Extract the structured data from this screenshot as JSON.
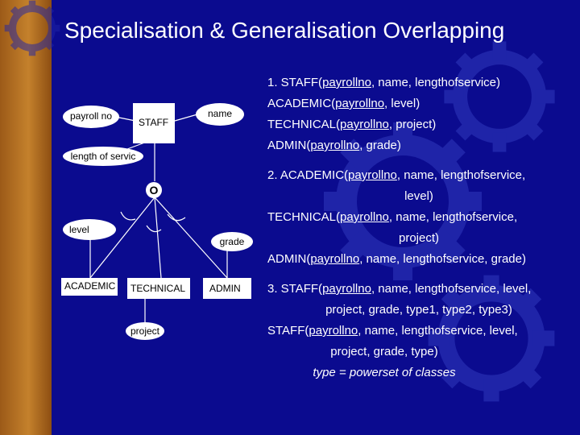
{
  "slide": {
    "title": "Specialisation & Generalisation Overlapping",
    "colors": {
      "background": "#0b0b8f",
      "sidebar": "#c4812c",
      "text": "#ffffff",
      "entity_fill": "#ffffff"
    }
  },
  "diagram": {
    "entity_staff": "STAFF",
    "attr_payrollno": "payroll no",
    "attr_name": "name",
    "attr_lengthofservice": "length of servic",
    "constraint_symbol": "O",
    "attr_level": "level",
    "attr_grade": "grade",
    "subclass_academic": "ACADEMIC",
    "subclass_technical": "TECHNICAL",
    "subclass_admin": "ADMIN",
    "attr_project": "project"
  },
  "options": {
    "opt1": {
      "l1": {
        "a": "1. STAFF(",
        "u": "payrollno",
        "b": ", name, lengthofservice)"
      },
      "l2": {
        "a": "ACADEMIC(",
        "u": "payrollno",
        "b": ", level)"
      },
      "l3": {
        "a": "TECHNICAL(",
        "u": "payrollno",
        "b": ", project)"
      },
      "l4": {
        "a": "ADMIN(",
        "u": "payrollno",
        "b": ", grade)"
      }
    },
    "opt2": {
      "l1": {
        "a": "2. ACADEMIC(",
        "u": "payrollno",
        "b": ", name, lengthofservice,"
      },
      "l2": "level)",
      "l3": {
        "a": "TECHNICAL(",
        "u": "payrollno",
        "b": ", name, lengthofservice,"
      },
      "l4": "project)",
      "l5": {
        "a": "ADMIN(",
        "u": "payrollno",
        "b": ", name, lengthofservice, grade)"
      }
    },
    "opt3": {
      "l1": {
        "a": "3. STAFF(",
        "u": "payrollno",
        "b": ", name, lengthofservice, level,"
      },
      "l2": "project, grade, type1, type2, type3)",
      "l3": {
        "a": "STAFF(",
        "u": "payrollno",
        "b": ", name, lengthofservice, level,"
      },
      "l4": "project, grade, type)",
      "l5": "type = powerset of classes"
    }
  }
}
